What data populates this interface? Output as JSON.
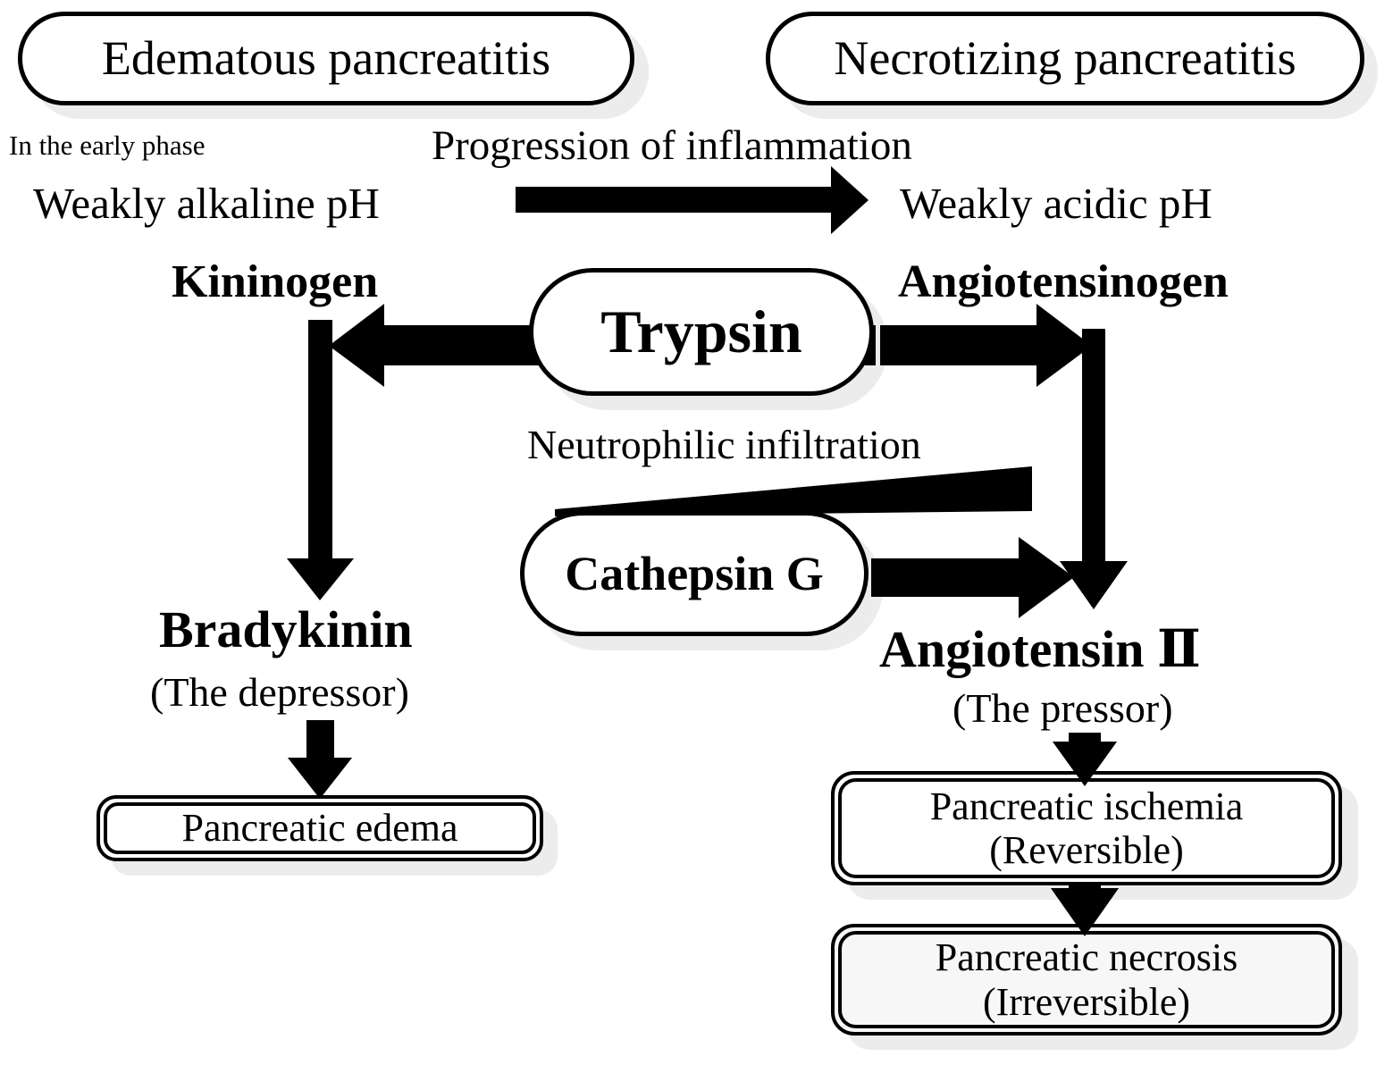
{
  "diagram": {
    "title_nodes": {
      "edematous": "Edematous pancreatitis",
      "necrotizing": "Necrotizing pancreatitis"
    },
    "annotations": {
      "early_phase": "In the early phase",
      "progression": "Progression of inflammation",
      "alkaline_ph": "Weakly alkaline pH",
      "acidic_ph": "Weakly acidic pH",
      "neutrophilic": "Neutrophilic infiltration"
    },
    "substrates": {
      "kininogen": "Kininogen",
      "angiotensinogen": "Angiotensinogen"
    },
    "enzymes": {
      "trypsin": "Trypsin",
      "cathepsin_g": "Cathepsin G"
    },
    "products": {
      "bradykinin": "Bradykinin",
      "bradykinin_sub": "(The depressor)",
      "angiotensin_ii": "Angiotensin Ⅱ",
      "angiotensin_ii_sub": "(The pressor)"
    },
    "outcomes": {
      "edema": "Pancreatic edema",
      "ischemia_line1": "Pancreatic ischemia",
      "ischemia_line2": "(Reversible)",
      "necrosis_line1": "Pancreatic necrosis",
      "necrosis_line2": "(Irreversible)"
    },
    "colors": {
      "stroke": "#000000",
      "background": "#ffffff",
      "shadow": "#ececec",
      "necrosis_fill": "#f7f7f7"
    },
    "edges": [
      {
        "name": "progression-arrow",
        "from": "alkaline_ph",
        "to": "acidic_ph",
        "label": "Progression of inflammation",
        "direction": "right"
      },
      {
        "name": "trypsin-to-kininogen",
        "from": "trypsin",
        "to": "kininogen",
        "direction": "left"
      },
      {
        "name": "trypsin-to-angiotensinogen",
        "from": "trypsin",
        "to": "angiotensinogen",
        "direction": "right"
      },
      {
        "name": "kininogen-to-bradykinin",
        "from": "kininogen",
        "to": "bradykinin",
        "direction": "down"
      },
      {
        "name": "angiotensinogen-to-angiotensin-ii",
        "from": "angiotensinogen",
        "to": "angiotensin_ii",
        "direction": "down"
      },
      {
        "name": "cathepsin-g-to-angiotensin-ii",
        "from": "cathepsin_g",
        "to": "angiotensin_ii",
        "direction": "right"
      },
      {
        "name": "neutrophilic-wedge",
        "from": "trypsin-region",
        "to": "cathepsin_g",
        "label": "Neutrophilic infiltration",
        "direction": "wedge-right"
      },
      {
        "name": "bradykinin-to-edema",
        "from": "bradykinin",
        "to": "edema",
        "direction": "down"
      },
      {
        "name": "angiotensin-ii-to-ischemia",
        "from": "angiotensin_ii",
        "to": "ischemia",
        "direction": "down"
      },
      {
        "name": "ischemia-to-necrosis",
        "from": "ischemia",
        "to": "necrosis",
        "direction": "down"
      }
    ]
  }
}
